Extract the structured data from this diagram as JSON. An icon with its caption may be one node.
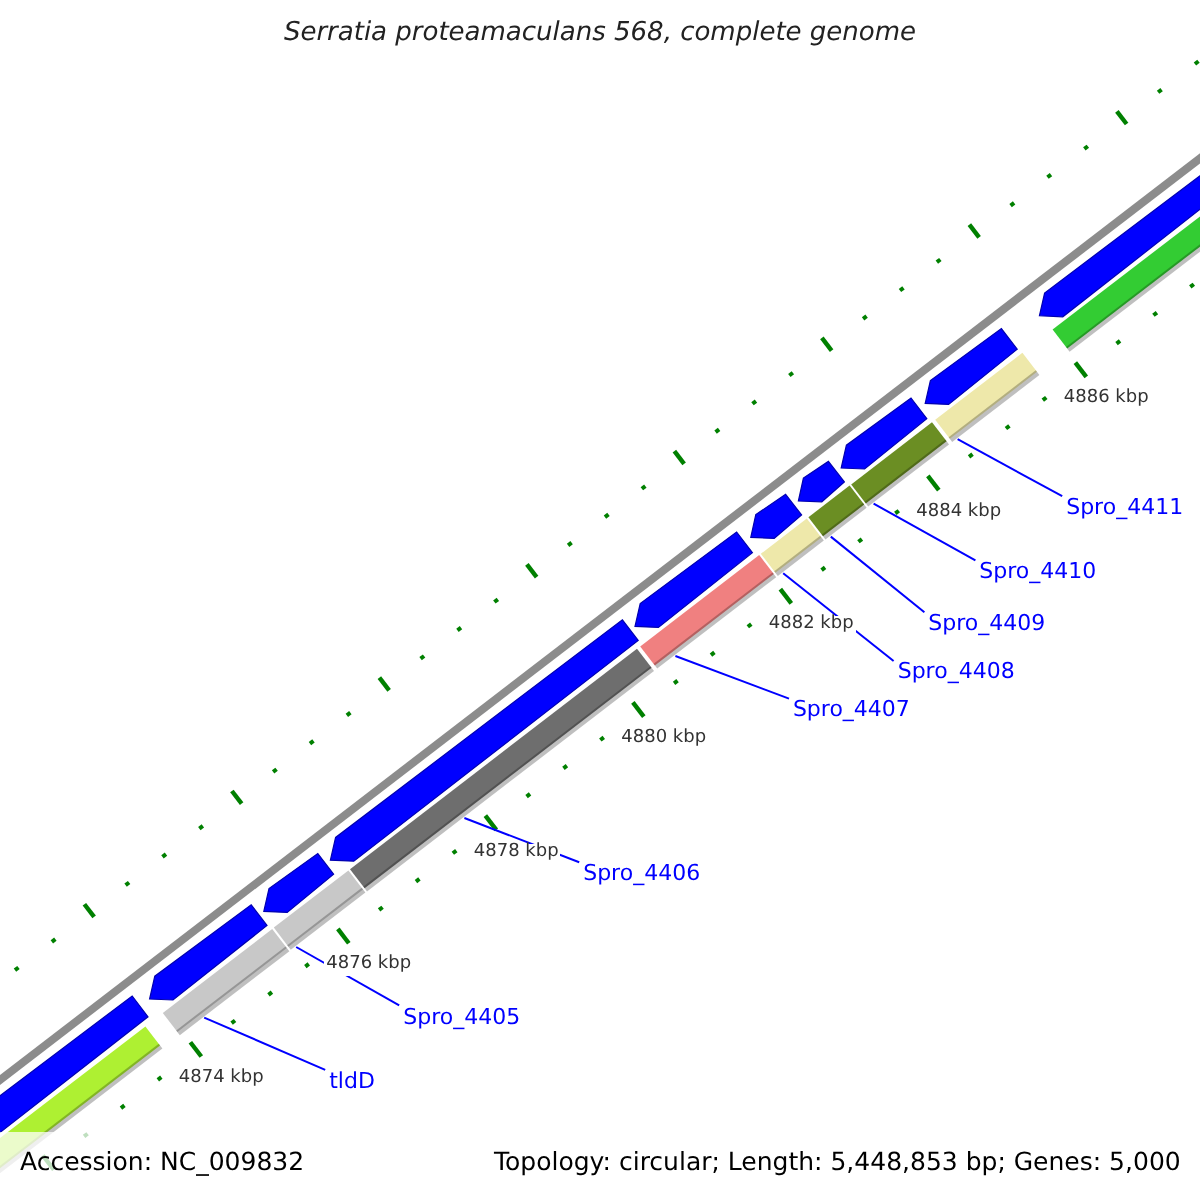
{
  "diagram": {
    "title": "Serratia proteamaculans 568, complete genome",
    "nodes": [
      {
        "text": [
          "tldD"
        ]
      },
      {
        "text": [
          "Spro_4405"
        ]
      },
      {
        "text": [
          "Spro_4406"
        ]
      },
      {
        "text": [
          "Spro_4407"
        ]
      },
      {
        "text": [
          "Spro_4408"
        ]
      },
      {
        "text": [
          "Spro_4409"
        ]
      },
      {
        "text": [
          "Spro_4410"
        ]
      },
      {
        "text": [
          "Spro_4411"
        ]
      },
      {
        "text": [],
        "shape": "bar"
      },
      {
        "text": [],
        "shape": "bar"
      },
      {
        "text": [],
        "shape": "bar"
      },
      {
        "text": [],
        "shape": "bar"
      },
      {
        "text": [],
        "shape": "bar"
      },
      {
        "text": [],
        "shape": "bar"
      },
      {
        "text": [],
        "shape": "bar"
      },
      {
        "text": [],
        "shape": "bar"
      }
    ],
    "edges": [
      {
        "from": 0,
        "to": 8,
        "arrow": "none"
      },
      {
        "from": 1,
        "to": 9,
        "arrow": "none"
      },
      {
        "from": 2,
        "to": 10,
        "arrow": "none"
      },
      {
        "from": 3,
        "to": 11,
        "arrow": "none"
      },
      {
        "from": 4,
        "to": 12,
        "arrow": "none"
      },
      {
        "from": 5,
        "to": 13,
        "arrow": "none"
      },
      {
        "from": 6,
        "to": 14,
        "arrow": "none"
      },
      {
        "from": 7,
        "to": 15,
        "arrow": "none"
      }
    ],
    "labels": [
      "4886 kbp",
      "4884 kbp",
      "4882 kbp",
      "4880 kbp",
      "4878 kbp",
      "4876 kbp",
      "4874 kbp",
      "Accession: NC_009832",
      "Topology: circular; Length: 5,448,853 bp; Genes: 5,000"
    ]
  }
}
